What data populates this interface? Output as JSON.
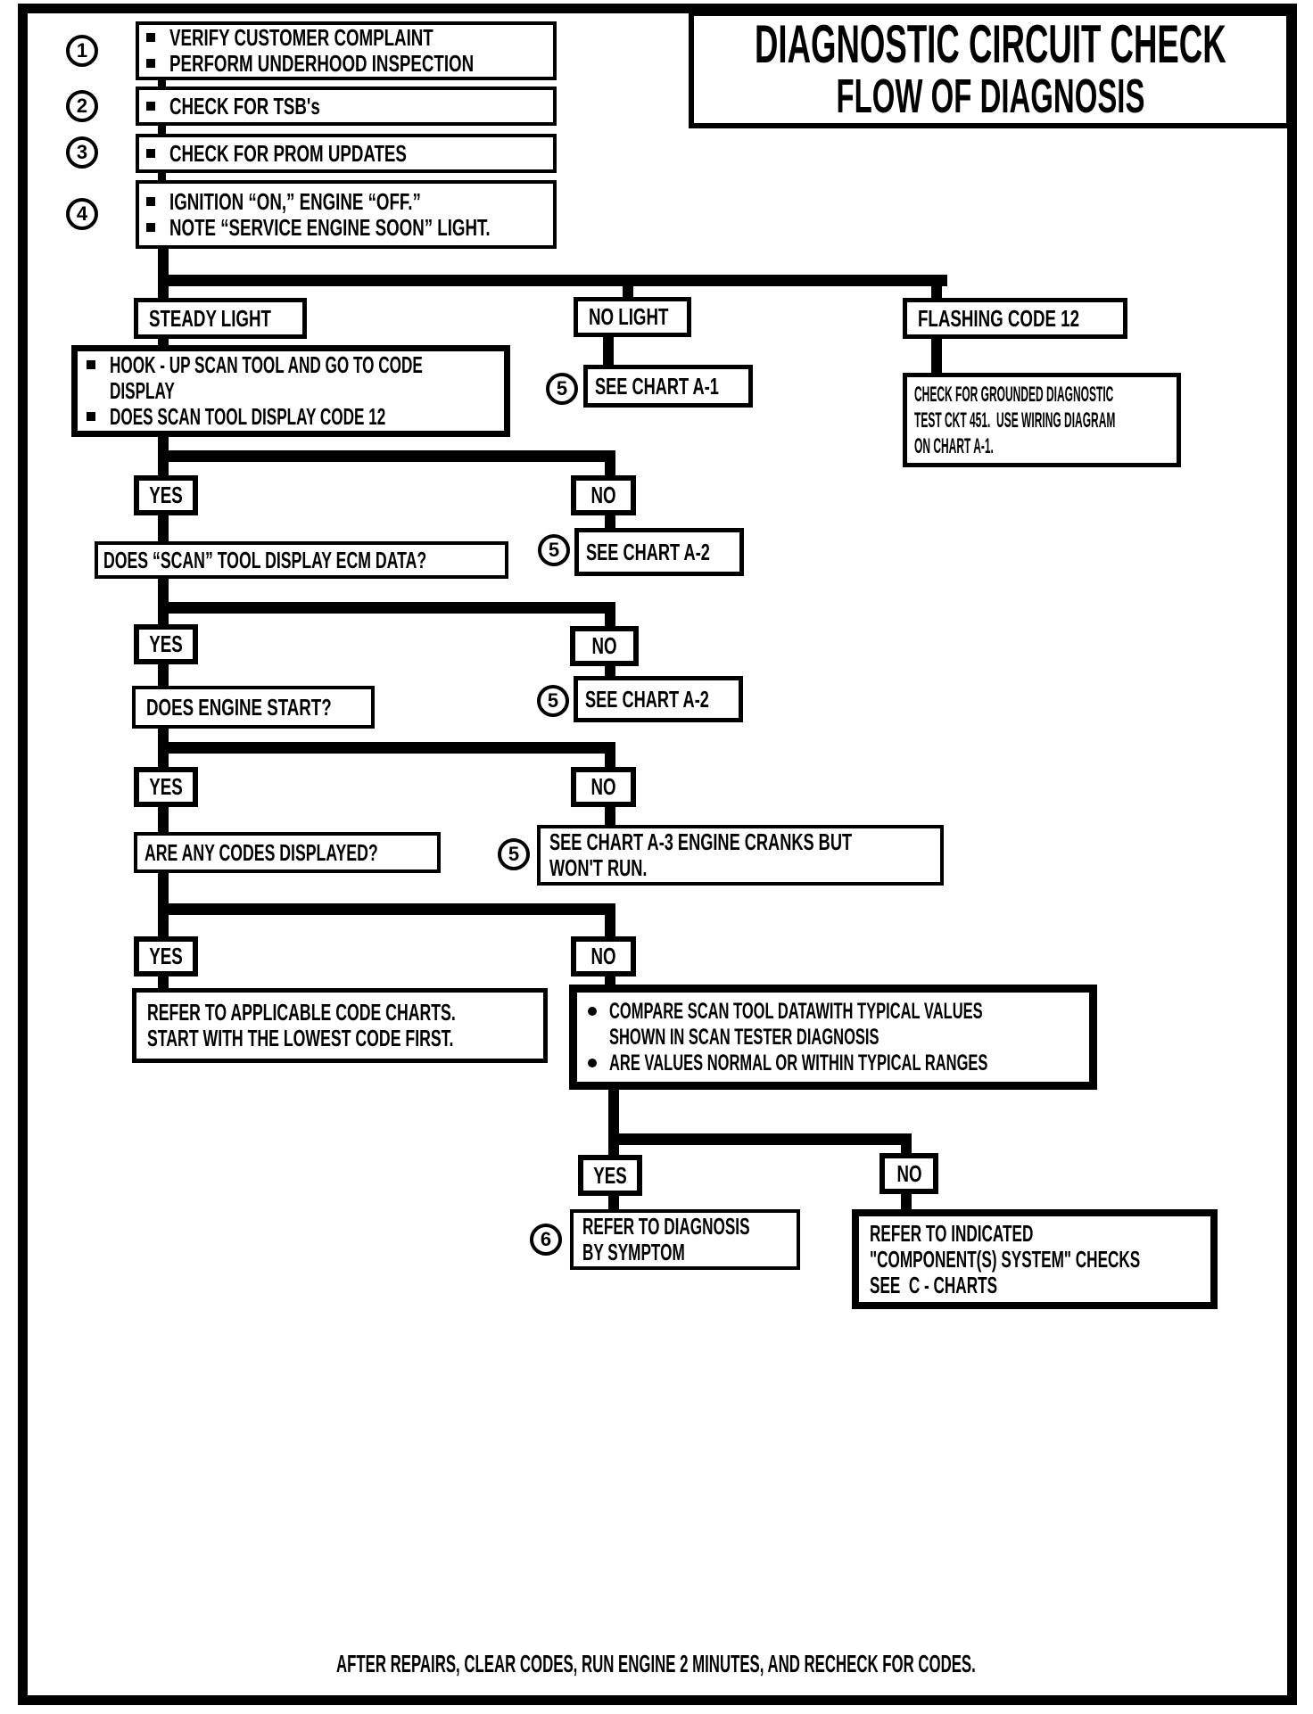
{
  "header": {
    "title_line1": "DIAGNOSTIC CIRCUIT CHECK",
    "title_line2": "FLOW OF DIAGNOSIS"
  },
  "steps": [
    {
      "num": "1",
      "bullets": [
        "VERIFY CUSTOMER COMPLAINT",
        "PERFORM UNDERHOOD INSPECTION"
      ]
    },
    {
      "num": "2",
      "bullets": [
        "CHECK FOR TSB's"
      ]
    },
    {
      "num": "3",
      "bullets": [
        "CHECK FOR PROM UPDATES"
      ]
    },
    {
      "num": "4",
      "bullets": [
        "IGNITION “ON,” ENGINE “OFF.”",
        "NOTE “SERVICE ENGINE SOON” LIGHT."
      ]
    }
  ],
  "labels": {
    "yes": "YES",
    "no": "NO",
    "ref5": "5",
    "ref6": "6"
  },
  "branches": {
    "steady_light": "STEADY LIGHT",
    "no_light": "NO LIGHT",
    "flashing_code": "FLASHING CODE 12"
  },
  "nodes": {
    "hookup_bullet1": "HOOK - UP SCAN TOOL AND GO TO CODE\nDISPLAY",
    "hookup_bullet2": "DOES SCAN TOOL DISPLAY CODE 12",
    "see_chart_a1": "SEE CHART A-1",
    "grounded_note": "CHECK FOR GROUNDED DIAGNOSTIC\nTEST CKT 451.  USE WIRING DIAGRAM\nON CHART A-1.",
    "ecm_question": "DOES “SCAN” TOOL DISPLAY ECM DATA?",
    "see_chart_a2": "SEE CHART A-2",
    "engine_question": "DOES ENGINE START?",
    "codes_question": "ARE ANY CODES DISPLAYED?",
    "see_chart_a3": "SEE CHART A-3 ENGINE CRANKS BUT\nWON'T RUN.",
    "refer_code_charts": "REFER TO APPLICABLE CODE CHARTS.\nSTART WITH THE LOWEST CODE FIRST.",
    "compare_bullet1": "COMPARE SCAN TOOL DATAWITH TYPICAL VALUES\nSHOWN IN SCAN TESTER DIAGNOSIS",
    "compare_bullet2": "ARE VALUES NORMAL OR WITHIN TYPICAL RANGES",
    "refer_symptom": "REFER TO DIAGNOSIS\nBY SYMPTOM",
    "refer_component": "REFER TO INDICATED\n\"COMPONENT(S) SYSTEM\" CHECKS\nSEE  C - CHARTS"
  },
  "footer": "AFTER REPAIRS, CLEAR CODES, RUN ENGINE 2 MINUTES, AND RECHECK FOR CODES.",
  "colors": {
    "ink": "#000000",
    "paper": "#ffffff"
  }
}
